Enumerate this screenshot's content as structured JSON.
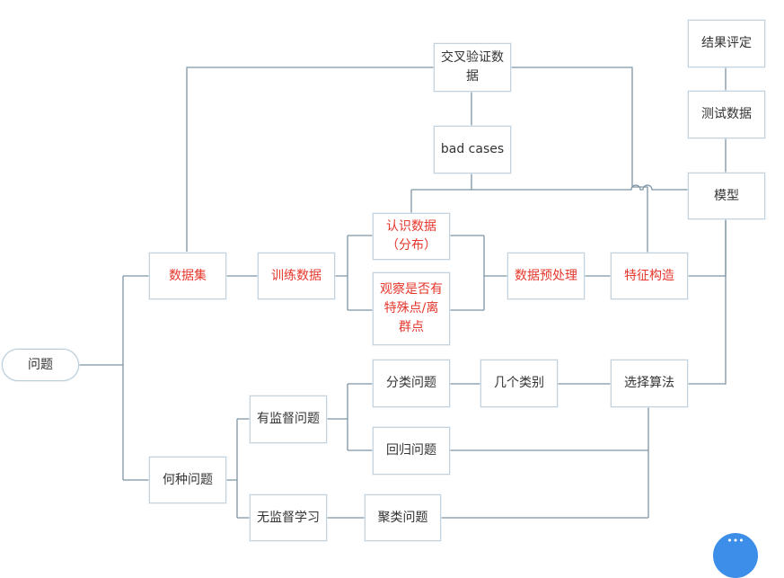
{
  "nodes": {
    "wenti": "问题",
    "shujuji": "数据集",
    "hezhong": "何种问题",
    "xunlian": "训练数据",
    "jiaocha": "交叉验证数据",
    "badcases": "bad cases",
    "renshi": "认识数据\n（分布）",
    "guancha": "观察是否有\n特殊点/离\n群点",
    "yuchuli": "数据预处理",
    "tezheng": "特征构造",
    "moxing": "模型",
    "ceshi": "测试数据",
    "jieguo": "结果评定",
    "youjiandu": "有监督问题",
    "wujiandu": "无监督学习",
    "fenlei": "分类问题",
    "huigui": "回归问题",
    "jige": "几个类别",
    "xuanze": "选择算法",
    "julei": "聚类问题"
  },
  "colors": {
    "line": "#7e95a5",
    "border": "#c3d2dc",
    "text": "#333333",
    "highlight_text": "#e5372c",
    "fab": "#3d8ee8"
  },
  "fab_icon": "dots-icon"
}
